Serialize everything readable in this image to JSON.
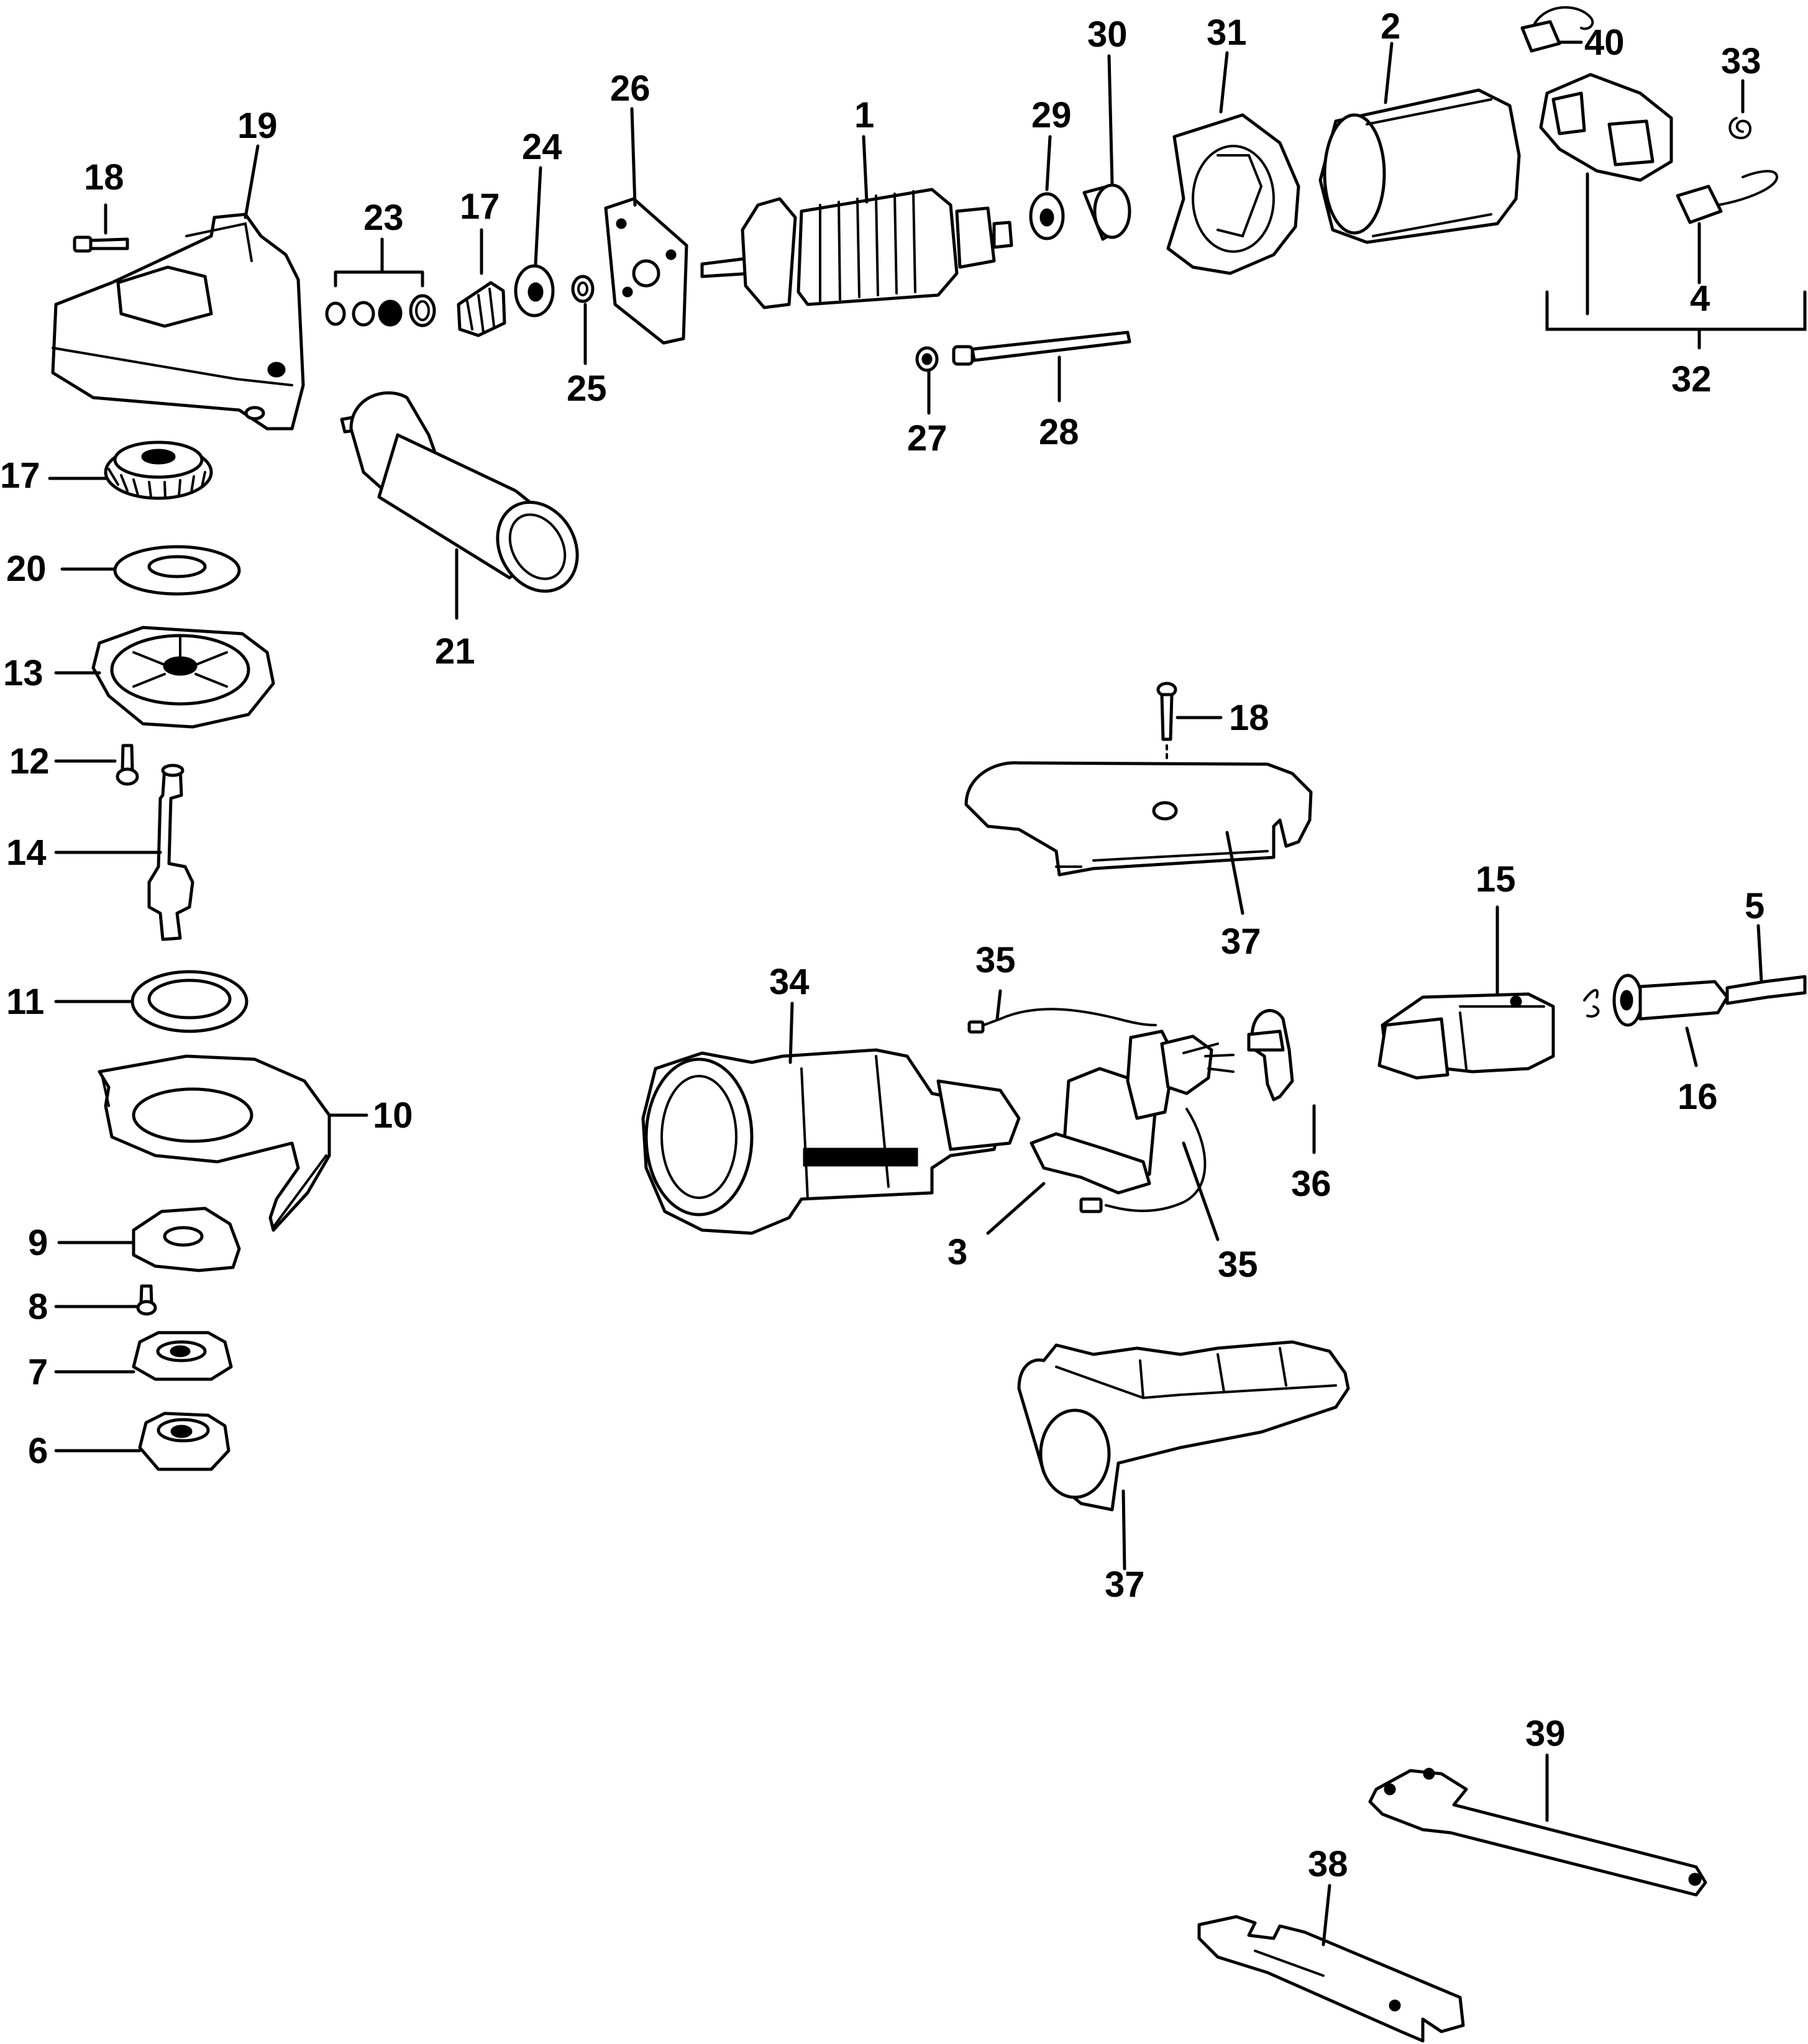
{
  "diagram": {
    "callouts": {
      "c1": "1",
      "c2": "2",
      "c3": "3",
      "c4": "4",
      "c5": "5",
      "c6": "6",
      "c7": "7",
      "c8": "8",
      "c9": "9",
      "c10": "10",
      "c11": "11",
      "c12": "12",
      "c13": "13",
      "c14": "14",
      "c15": "15",
      "c16": "16",
      "c17a": "17",
      "c17b": "17",
      "c18a": "18",
      "c18b": "18",
      "c19": "19",
      "c20": "20",
      "c21": "21",
      "c23": "23",
      "c24": "24",
      "c25": "25",
      "c26": "26",
      "c27": "27",
      "c28": "28",
      "c29": "29",
      "c30": "30",
      "c31": "31",
      "c32": "32",
      "c33": "33",
      "c34": "34",
      "c35a": "35",
      "c35b": "35",
      "c36": "36",
      "c37a": "37",
      "c37b": "37",
      "c38": "38",
      "c39": "39",
      "c40": "40"
    }
  }
}
